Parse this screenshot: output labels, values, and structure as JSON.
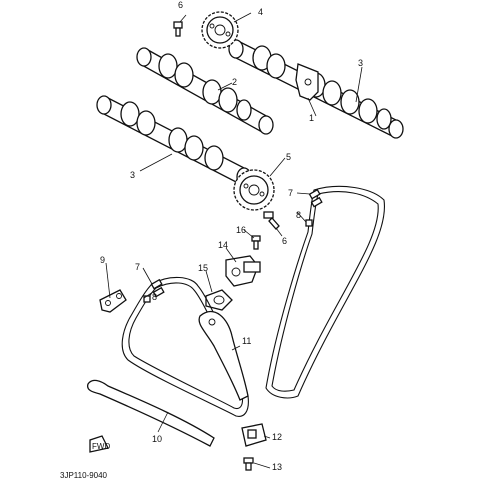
{
  "diagram": {
    "drawing_code": "3JP110-9040",
    "front_marker": "FWD",
    "callouts": [
      "1",
      "2",
      "3",
      "3",
      "4",
      "5",
      "6",
      "6",
      "7",
      "7",
      "8",
      "8",
      "9",
      "10",
      "11",
      "12",
      "13",
      "14",
      "15",
      "16"
    ]
  }
}
